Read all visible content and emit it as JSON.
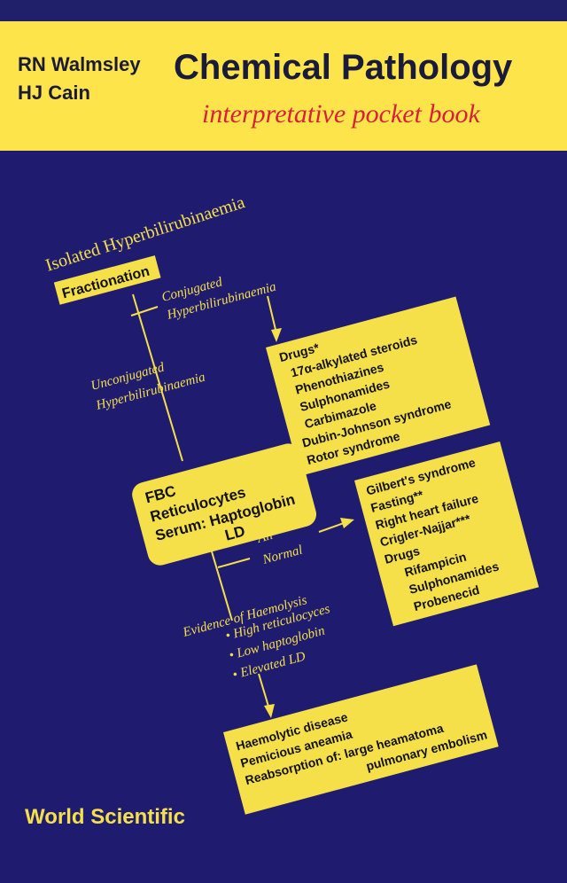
{
  "authors": [
    "RN Walmsley",
    "HJ Cain"
  ],
  "title": "Chemical Pathology",
  "subtitle": "interpretative pocket book",
  "publisher": "World Scientific",
  "colors": {
    "background": "#1f1c70",
    "banner": "#fde44a",
    "flow_yellow": "#f5e04a",
    "subtitle_red": "#d8203a"
  },
  "flowchart": {
    "heading": "Isolated Hyperbilirubinaemia",
    "fractionation": "Fractionation",
    "conjugated": [
      "Conjugated",
      "Hyperbilirubinaemia"
    ],
    "unconjugated": [
      "Unconjugated",
      "Hyperbilirubinaemia"
    ],
    "drugs_box": [
      "Drugs*",
      "17α-alkylated steroids",
      "Phenothiazines",
      "Sulphonamides",
      "Carbimazole",
      "Dubin-Johnson syndrome",
      "Rotor syndrome"
    ],
    "fbc_box": [
      "FBC",
      "Reticulocytes",
      "Serum: Haptoglobin",
      "LD"
    ],
    "all_normal": [
      "All",
      "Normal"
    ],
    "gilbert_box": [
      "Gilbert's syndrome",
      "Fasting**",
      "Right heart failure",
      "Crigler-Najjar***",
      "Drugs",
      "Rifampicin",
      "Sulphonamides",
      "Probenecid"
    ],
    "haemolysis": [
      "Evidence of Haemolysis",
      "• High reticulocyces",
      "• Low haptoglobin",
      "• Elevated LD"
    ],
    "haemolytic_box": [
      "Haemolytic disease",
      "Pemicious aneamia",
      "Reabsorption of: large heamatoma",
      "pulmonary embolism"
    ]
  }
}
